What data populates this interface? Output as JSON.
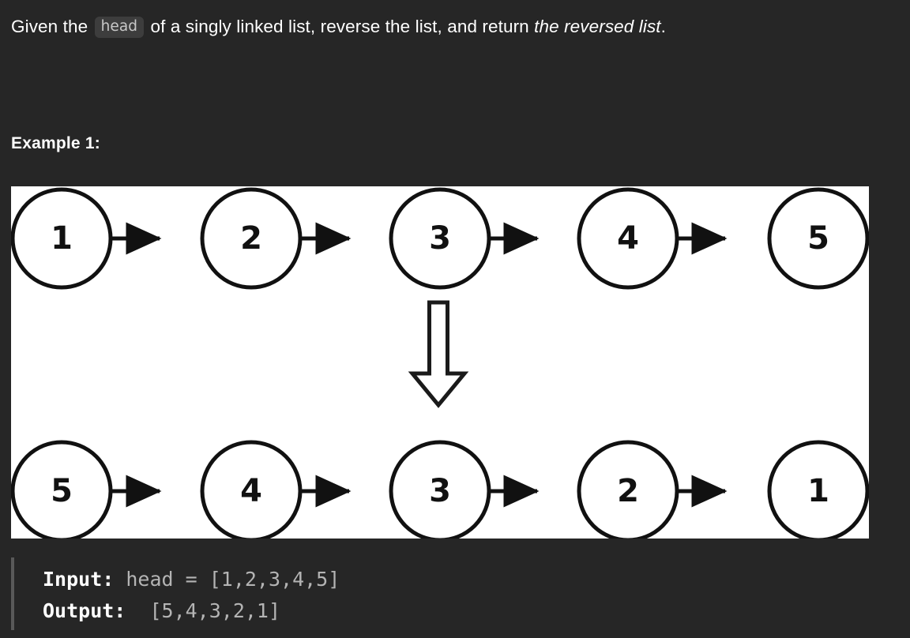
{
  "statement": {
    "before_code": "Given the ",
    "inline_code": "head",
    "after_code": " of a singly linked list, reverse the list, and return ",
    "emphasis": "the reversed list",
    "trailing": "."
  },
  "example": {
    "heading": "Example 1:"
  },
  "diagram": {
    "alt": "linked list reversal illustration",
    "top_row": [
      "1",
      "2",
      "3",
      "4",
      "5"
    ],
    "bottom_row": [
      "5",
      "4",
      "3",
      "2",
      "1"
    ],
    "transform_arrow": "down-arrow"
  },
  "code_block": {
    "input_label": "Input:",
    "input_value": " head = [1,2,3,4,5]",
    "output_label": "Output:",
    "output_value": "  [5,4,3,2,1]"
  },
  "colors": {
    "page_background": "#262626",
    "panel_background": "#ffffff",
    "text_primary": "#ffffff",
    "text_code": "#b4b4b4",
    "inline_code_background": "#3d3d3d",
    "inline_code_text": "#c8c8c8",
    "code_border": "#595959",
    "stroke": "#111111"
  }
}
